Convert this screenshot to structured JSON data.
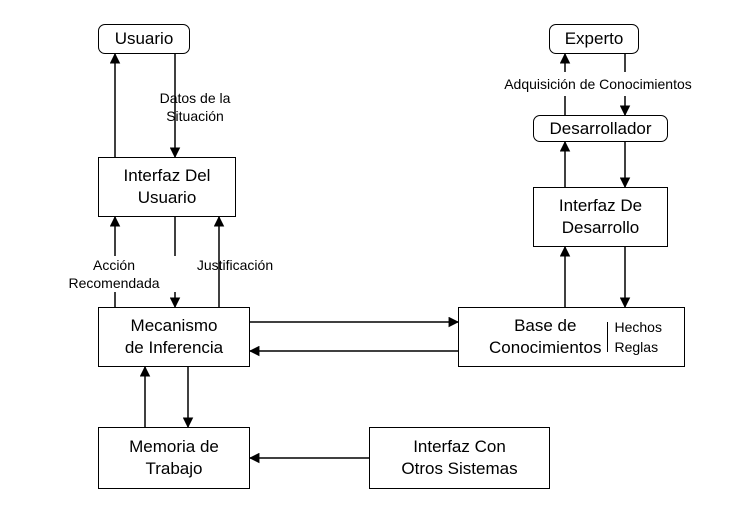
{
  "nodes": {
    "usuario": "Usuario",
    "interfaz_usuario": [
      "Interfaz Del",
      "Usuario"
    ],
    "mecanismo": [
      "Mecanismo",
      "de Inferencia"
    ],
    "memoria": [
      "Memoria de",
      "Trabajo"
    ],
    "interfaz_otros": [
      "Interfaz Con",
      "Otros Sistemas"
    ],
    "base": [
      "Base de",
      "Conocimientos"
    ],
    "base_contenido": [
      "Hechos",
      "Reglas"
    ],
    "interfaz_desarrollo": [
      "Interfaz De",
      "Desarrollo"
    ],
    "desarrollador": "Desarrollador",
    "experto": "Experto"
  },
  "edge_labels": {
    "datos": [
      "Datos de la",
      "Situación"
    ],
    "accion": [
      "Acción",
      "Recomendada"
    ],
    "justificacion": "Justificación",
    "adquisicion": "Adquisición de Conocimientos"
  }
}
